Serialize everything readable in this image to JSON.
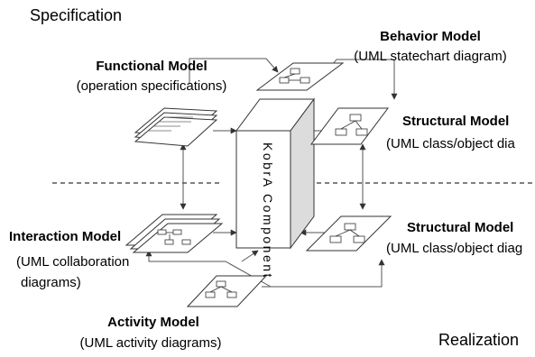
{
  "corner_labels": {
    "specification": "Specification",
    "realization": "Realization"
  },
  "component": {
    "text": "KobrA Component"
  },
  "models": {
    "behavior": {
      "title": "Behavior Model",
      "subtitle": "(UML statechart diagram)"
    },
    "functional": {
      "title": "Functional Model",
      "subtitle": "(operation specifications)"
    },
    "structural_spec": {
      "title": "Structural Model",
      "subtitle": "(UML class/object  dia"
    },
    "structural_real": {
      "title": "Structural Model",
      "subtitle": "(UML class/object diag"
    },
    "interaction": {
      "title": "Interaction Model",
      "subtitle_line1": "(UML collaboration",
      "subtitle_line2": "diagrams)"
    },
    "activity": {
      "title": "Activity Model",
      "subtitle": "(UML activity diagrams)"
    }
  }
}
